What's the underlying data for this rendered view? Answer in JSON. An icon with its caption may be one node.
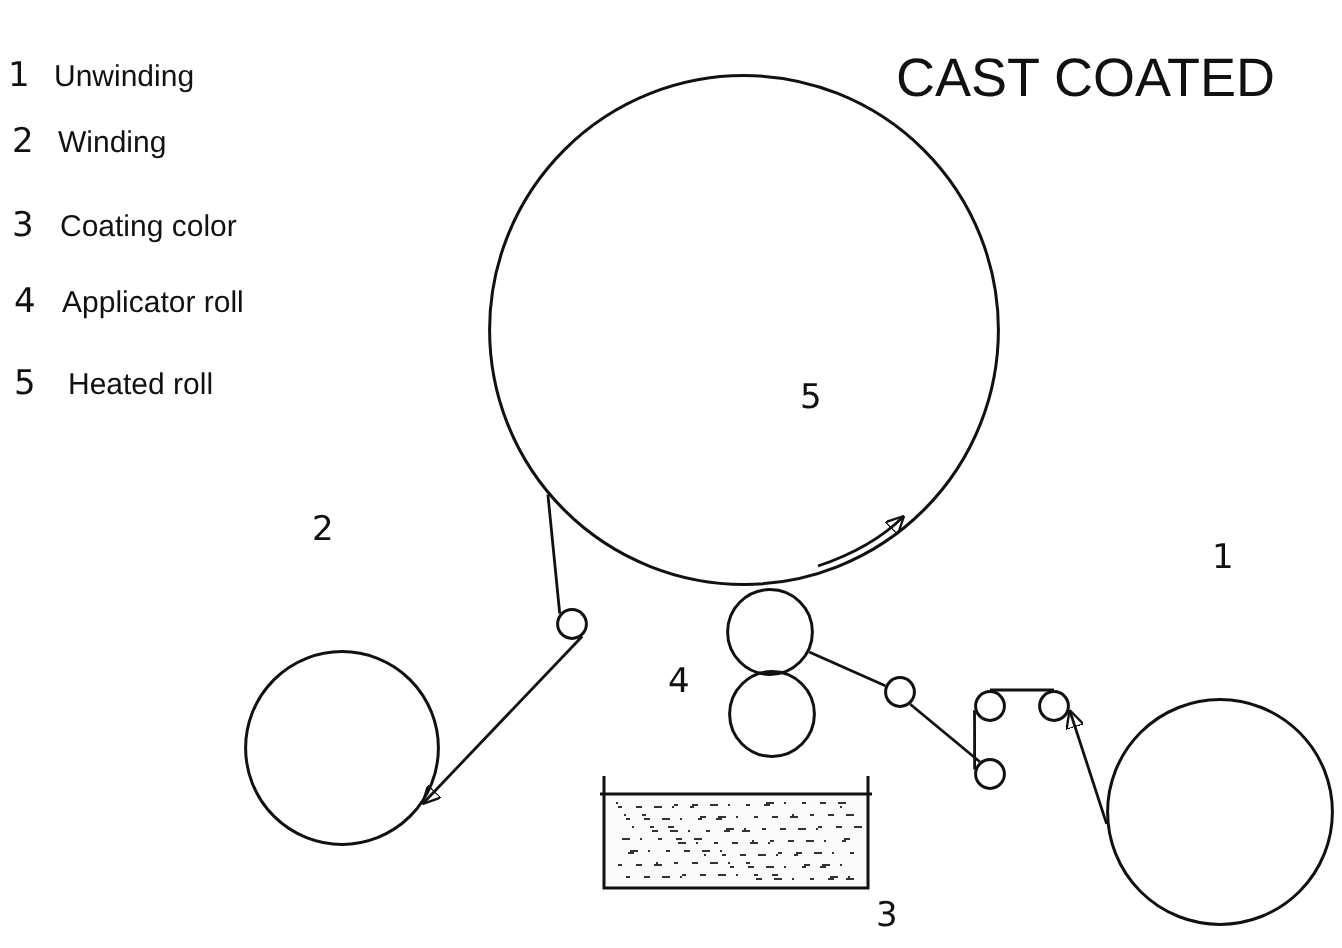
{
  "diagram": {
    "title": "CAST COATED",
    "nodes": [
      {
        "text": [
          "5"
        ]
      },
      {
        "text": [],
        "shape": "circle"
      },
      {
        "text": [],
        "shape": "circle",
        "beside": [
          "4"
        ]
      },
      {
        "text": [],
        "shape": "box",
        "beside": [
          "3"
        ]
      },
      {
        "text": [],
        "shape": "circle",
        "beside": [
          "2"
        ]
      },
      {
        "text": [],
        "shape": "circle"
      },
      {
        "text": [],
        "shape": "circle",
        "beside": [
          "1"
        ]
      },
      {
        "text": [],
        "shape": "circle"
      },
      {
        "text": [],
        "shape": "circle"
      },
      {
        "text": [],
        "shape": "circle"
      },
      {
        "text": [],
        "shape": "circle"
      }
    ],
    "edges": [
      {
        "from": 6,
        "to": 7,
        "arrow": "to"
      },
      {
        "from": 7,
        "to": 8,
        "arrow": "none"
      },
      {
        "from": 8,
        "to": 9,
        "arrow": "none"
      },
      {
        "from": 9,
        "to": 10,
        "arrow": "none"
      },
      {
        "from": 10,
        "to": 1,
        "arrow": "none"
      },
      {
        "from": 0,
        "to": 5,
        "arrow": "none"
      },
      {
        "from": 5,
        "to": 4,
        "arrow": "to"
      }
    ],
    "labels": [
      "1",
      "Unwinding",
      "2",
      "Winding",
      "3",
      "Coating color",
      "4",
      "Applicator roll",
      "5",
      "Heated roll"
    ]
  }
}
